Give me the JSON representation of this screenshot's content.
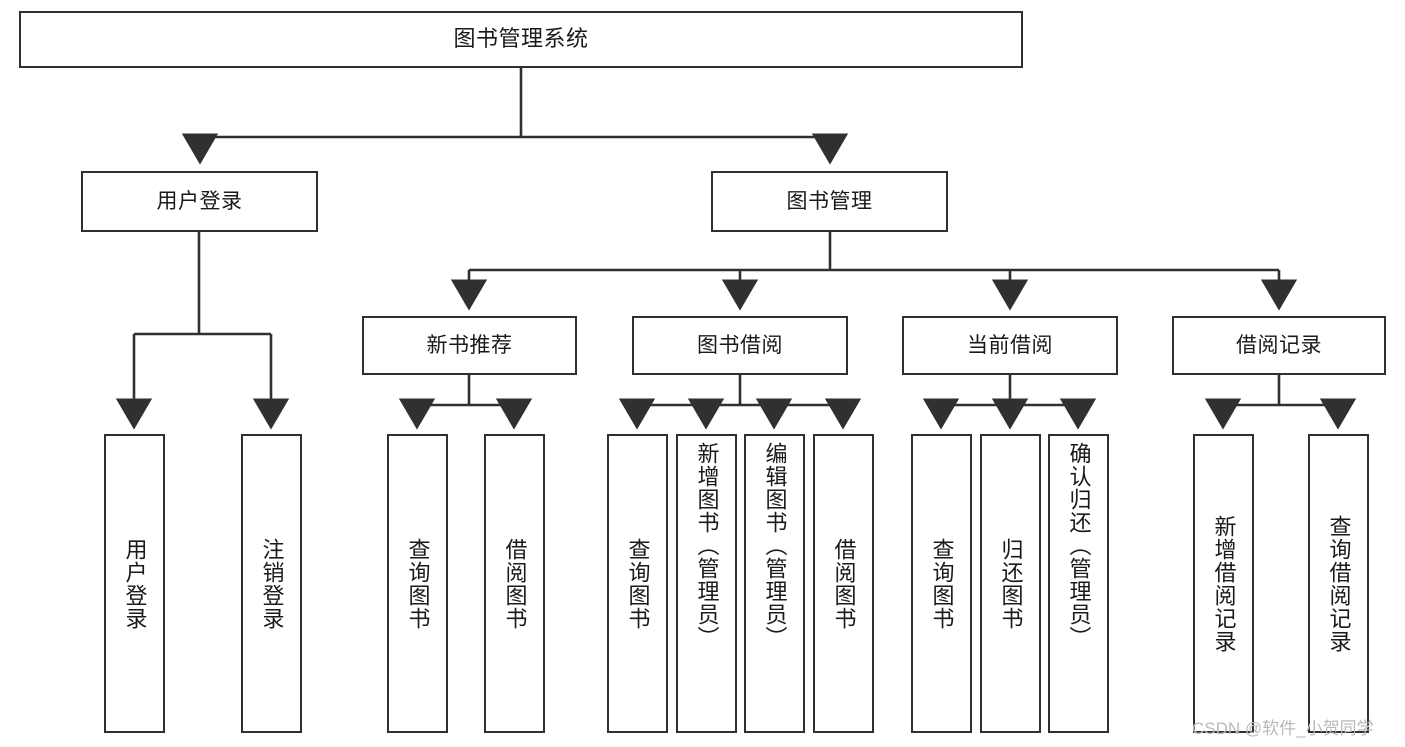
{
  "diagram": {
    "title": "图书管理系统",
    "type": "tree-hierarchy",
    "orientation": "top-down",
    "colors": {
      "node_border": "#31302f",
      "node_fill": "#ffffff",
      "edge": "#31302f",
      "text": "#1a1a1a",
      "background": "#ffffff",
      "watermark": "#b9b9b9"
    }
  },
  "root": {
    "label": "图书管理系统"
  },
  "level1": [
    {
      "label": "用户登录"
    },
    {
      "label": "图书管理"
    }
  ],
  "level2": [
    {
      "label": "新书推荐"
    },
    {
      "label": "图书借阅"
    },
    {
      "label": "当前借阅"
    },
    {
      "label": "借阅记录"
    }
  ],
  "leaves": {
    "user_login": [
      {
        "label": "用户登录"
      },
      {
        "label": "注销登录"
      }
    ],
    "new_book": [
      {
        "label": "查询图书"
      },
      {
        "label": "借阅图书"
      }
    ],
    "borrow_book": [
      {
        "label": "查询图书"
      },
      {
        "label": "新增图书（管理员）"
      },
      {
        "label": "编辑图书（管理员）"
      },
      {
        "label": "借阅图书"
      }
    ],
    "current_borrow": [
      {
        "label": "查询图书"
      },
      {
        "label": "归还图书"
      },
      {
        "label": "确认归还（管理员）"
      }
    ],
    "borrow_record": [
      {
        "label": "新增借阅记录"
      },
      {
        "label": "查询借阅记录"
      }
    ]
  },
  "watermark": {
    "text": "CSDN @软件_小贺同学"
  }
}
